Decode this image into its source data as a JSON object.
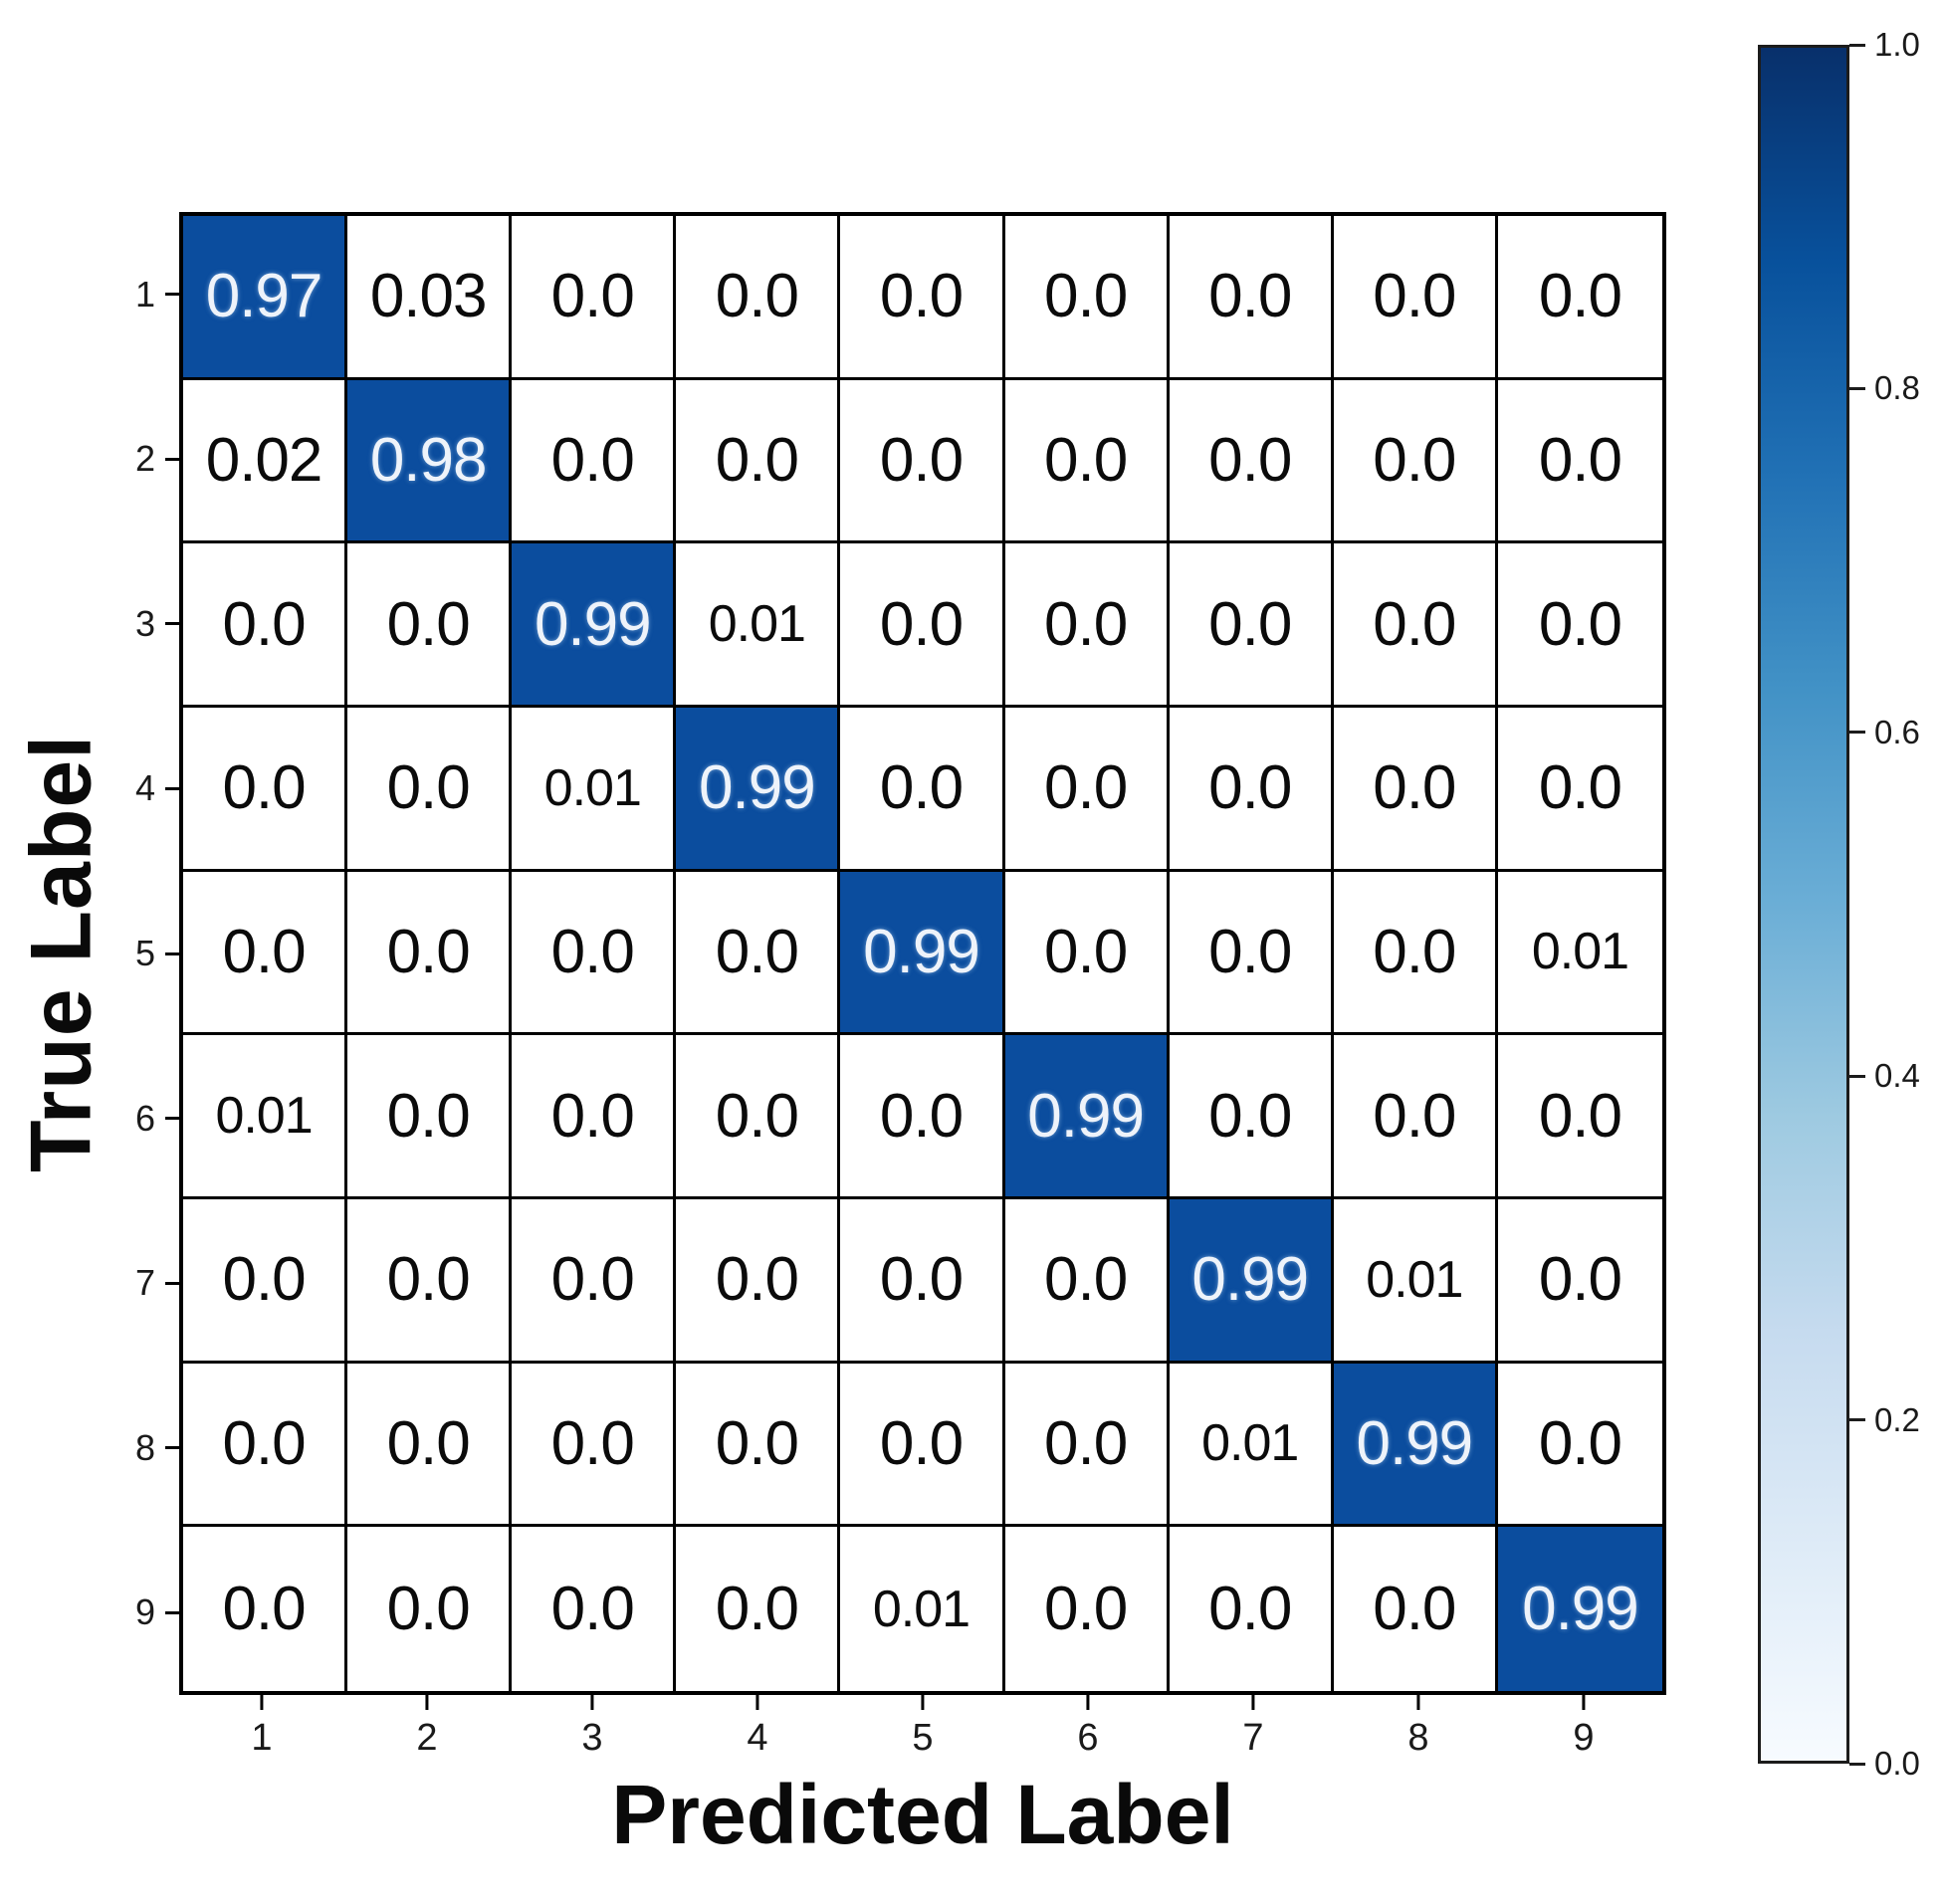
{
  "chart_data": {
    "type": "heatmap",
    "title": "",
    "xlabel": "Predicted Label",
    "ylabel": "True Label",
    "x_tick_labels": [
      "1",
      "2",
      "3",
      "4",
      "5",
      "6",
      "7",
      "8",
      "9"
    ],
    "y_tick_labels": [
      "1",
      "2",
      "3",
      "4",
      "5",
      "6",
      "7",
      "8",
      "9"
    ],
    "matrix_display": [
      [
        "0.97",
        "0.03",
        "0.0",
        "0.0",
        "0.0",
        "0.0",
        "0.0",
        "0.0",
        "0.0"
      ],
      [
        "0.02",
        "0.98",
        "0.0",
        "0.0",
        "0.0",
        "0.0",
        "0.0",
        "0.0",
        "0.0"
      ],
      [
        "0.0",
        "0.0",
        "0.99",
        "0.01",
        "0.0",
        "0.0",
        "0.0",
        "0.0",
        "0.0"
      ],
      [
        "0.0",
        "0.0",
        "0.01",
        "0.99",
        "0.0",
        "0.0",
        "0.0",
        "0.0",
        "0.0"
      ],
      [
        "0.0",
        "0.0",
        "0.0",
        "0.0",
        "0.99",
        "0.0",
        "0.0",
        "0.0",
        "0.01"
      ],
      [
        "0.01",
        "0.0",
        "0.0",
        "0.0",
        "0.0",
        "0.99",
        "0.0",
        "0.0",
        "0.0"
      ],
      [
        "0.0",
        "0.0",
        "0.0",
        "0.0",
        "0.0",
        "0.0",
        "0.99",
        "0.01",
        "0.0"
      ],
      [
        "0.0",
        "0.0",
        "0.0",
        "0.0",
        "0.0",
        "0.0",
        "0.01",
        "0.99",
        "0.0"
      ],
      [
        "0.0",
        "0.0",
        "0.0",
        "0.0",
        "0.01",
        "0.0",
        "0.0",
        "0.0",
        "0.99"
      ]
    ],
    "value_range": [
      0.0,
      1.0
    ],
    "grid": true,
    "legend_position": "right-colorbar",
    "colorbar": {
      "tick_labels": [
        "1.0",
        "0.8",
        "0.6",
        "0.4",
        "0.2",
        "0.0"
      ],
      "gradient_top_to_bottom": [
        "#08306b",
        "#08519c",
        "#2171b5",
        "#4292c6",
        "#6baed6",
        "#9ecae1",
        "#c6dbef",
        "#deebf7",
        "#f7fbff"
      ]
    },
    "colors": {
      "diagonal_cell_fill": "#0b4d9e",
      "diagonal_cell_text": "#eef3fa",
      "cell_fill": "#ffffff",
      "cell_text": "#0b0b0b",
      "grid_line": "#000000",
      "tick_text": "#1a1a1a"
    }
  }
}
